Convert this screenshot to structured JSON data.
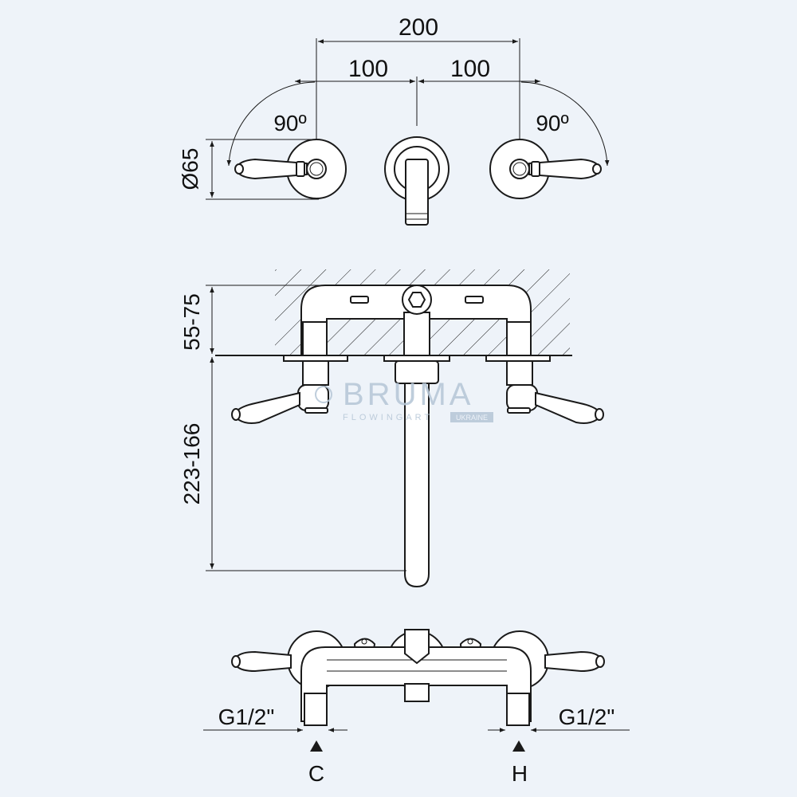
{
  "dimensions": {
    "total_width": "200",
    "left_spacing": "100",
    "right_spacing": "100",
    "angle_left": "90º",
    "angle_right": "90º",
    "diameter": "Ø65",
    "wall_depth": "55-75",
    "spout_projection": "223-166"
  },
  "connections": {
    "left_thread": "G1/2\"",
    "right_thread": "G1/2\"",
    "cold_label": "C",
    "hot_label": "H"
  },
  "watermark": {
    "brand": "BRUMA",
    "tagline": "FLOWINGART",
    "region": "UKRAINE"
  },
  "colors": {
    "background": "#eef3f9",
    "line": "#1a1a1a",
    "watermark": "#b8c8d8"
  }
}
